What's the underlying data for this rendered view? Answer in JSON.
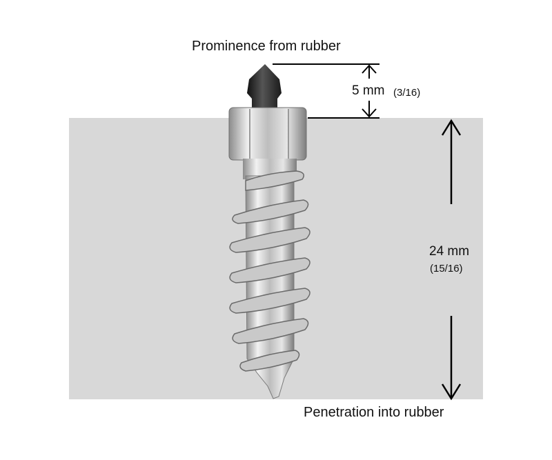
{
  "labels": {
    "top_title": "Prominence from rubber",
    "bottom_title": "Penetration into rubber"
  },
  "prominence": {
    "mm": "5 mm",
    "inch": "(3/16)"
  },
  "penetration": {
    "mm": "24 mm",
    "inch": "(15/16)"
  },
  "colors": {
    "rubber_block": "#d8d8d8",
    "tip": "#2b2b2b",
    "steel_light": "#e6e6e6",
    "steel_dark": "#8a8a8a",
    "lines": "#000000"
  }
}
